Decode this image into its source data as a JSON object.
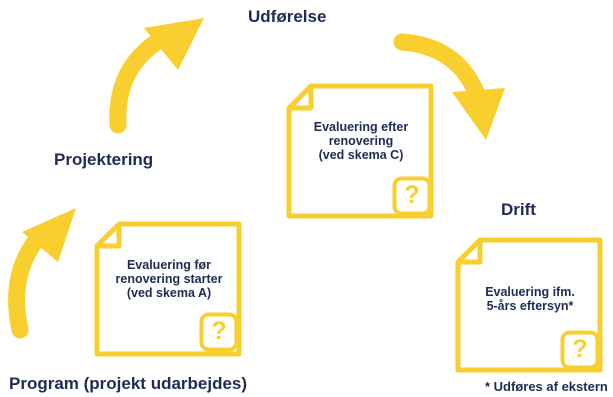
{
  "phases": {
    "udforelse": "Udførelse",
    "projektering": "Projektering",
    "drift": "Drift",
    "program": "Program (projekt udarbejdes)"
  },
  "evaluations": [
    {
      "lines": [
        "Evaluering efter",
        "renovering",
        "(ved skema C)"
      ],
      "badge": "?"
    },
    {
      "lines": [
        "Evaluering før",
        "renovering starter",
        "(ved skema A)"
      ],
      "badge": "?"
    },
    {
      "lines": [
        "Evaluering ifm.",
        "5-års eftersyn*"
      ],
      "badge": "?"
    }
  ],
  "footnote": "* Udføres af ekstern",
  "colors": {
    "accent": "#f9cf2f",
    "text": "#1f2b55",
    "background": "#ffffff"
  },
  "icons": [
    "curved-arrow-icon",
    "document-icon",
    "question-badge-icon"
  ]
}
